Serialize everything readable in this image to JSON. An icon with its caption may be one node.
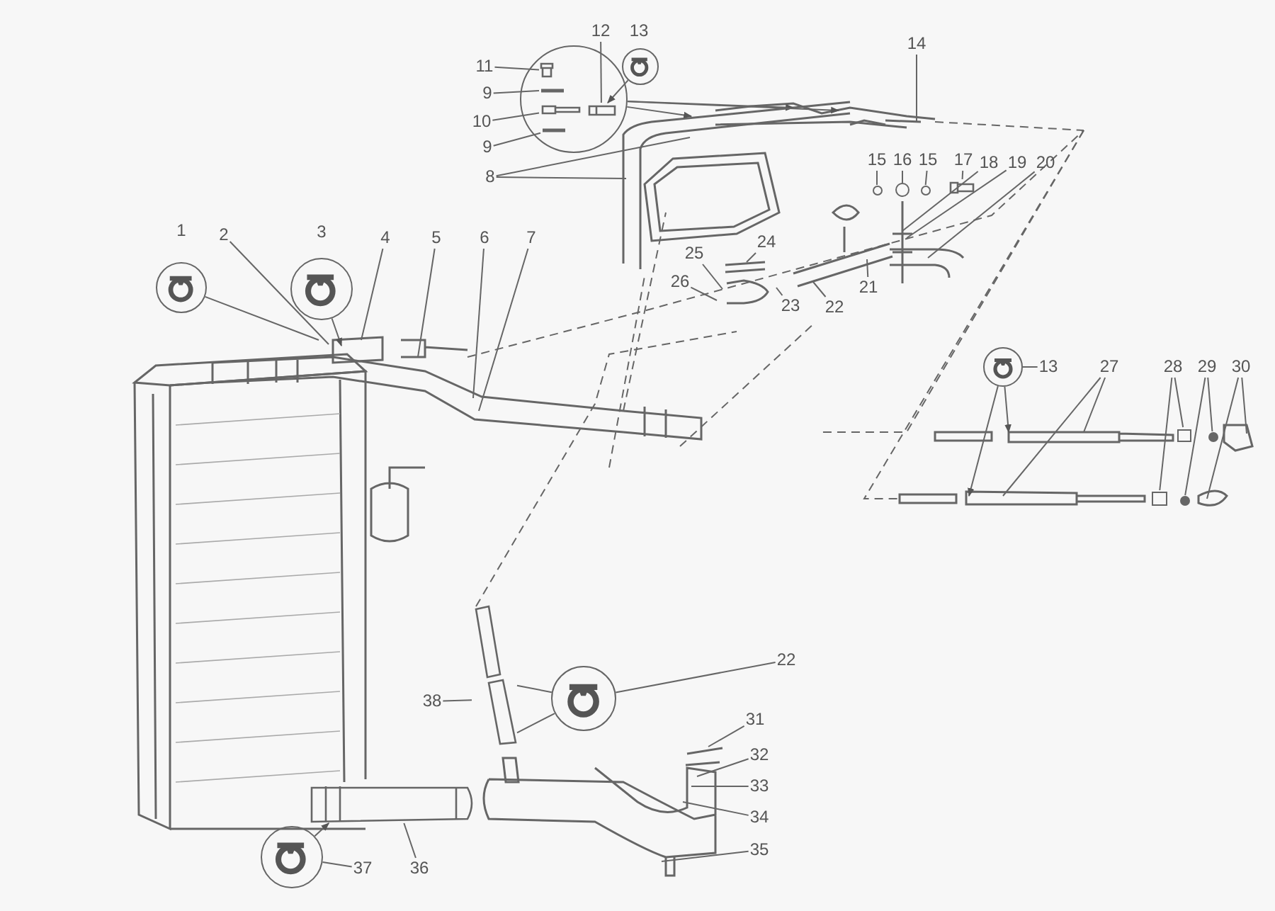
{
  "diagram": {
    "nodes": [
      {
        "text": [
          "1"
        ]
      },
      {
        "text": [],
        "shape": "circle"
      },
      {
        "text": [
          "2"
        ]
      },
      {
        "text": [
          "3"
        ]
      },
      {
        "text": [],
        "shape": "circle"
      },
      {
        "text": [
          "4"
        ]
      },
      {
        "text": [
          "5"
        ]
      },
      {
        "text": [
          "6"
        ]
      },
      {
        "text": [
          "7"
        ]
      },
      {
        "text": [
          "8"
        ]
      },
      {
        "text": [
          "9"
        ]
      },
      {
        "text": [
          "10"
        ]
      },
      {
        "text": [
          "9"
        ]
      },
      {
        "text": [
          "11"
        ]
      },
      {
        "text": [],
        "shape": "circle"
      },
      {
        "text": [
          "12"
        ]
      },
      {
        "text": [
          "13"
        ]
      },
      {
        "text": [],
        "shape": "circle"
      },
      {
        "text": [
          "14"
        ]
      },
      {
        "text": [
          "15"
        ]
      },
      {
        "text": [
          "16"
        ]
      },
      {
        "text": [
          "15"
        ]
      },
      {
        "text": [
          "17"
        ]
      },
      {
        "text": [
          "18"
        ]
      },
      {
        "text": [
          "19"
        ]
      },
      {
        "text": [
          "20"
        ]
      },
      {
        "text": [
          "25"
        ]
      },
      {
        "text": [
          "24"
        ]
      },
      {
        "text": [
          "26"
        ]
      },
      {
        "text": [
          "21"
        ]
      },
      {
        "text": [
          "23"
        ]
      },
      {
        "text": [
          "22"
        ]
      },
      {
        "text": [],
        "shape": "circle"
      },
      {
        "text": [
          "13"
        ]
      },
      {
        "text": [
          "27"
        ]
      },
      {
        "text": [
          "28"
        ]
      },
      {
        "text": [
          "29"
        ]
      },
      {
        "text": [
          "30"
        ]
      },
      {
        "text": [
          "22"
        ]
      },
      {
        "text": [],
        "shape": "circle"
      },
      {
        "text": [
          "38"
        ]
      },
      {
        "text": [
          "31"
        ]
      },
      {
        "text": [
          "32"
        ]
      },
      {
        "text": [
          "33"
        ]
      },
      {
        "text": [
          "34"
        ]
      },
      {
        "text": [
          "35"
        ]
      },
      {
        "text": [],
        "shape": "circle"
      },
      {
        "text": [
          "37"
        ]
      },
      {
        "text": [
          "36"
        ]
      },
      {
        "text": [],
        "shape": "picture",
        "in": 14
      },
      {
        "text": [],
        "shape": "picture",
        "in": 14
      },
      {
        "text": [],
        "shape": "picture",
        "in": 14
      },
      {
        "text": [],
        "shape": "picture",
        "in": 14
      },
      {
        "text": [],
        "shape": "picture",
        "in": 14
      },
      {
        "text": [],
        "shape": "circle"
      },
      {
        "text": [],
        "shape": "circle"
      },
      {
        "text": [],
        "shape": "picture"
      },
      {
        "text": [],
        "shape": "circle"
      },
      {
        "text": [],
        "shape": "circle"
      },
      {
        "text": [],
        "shape": "circle"
      },
      {
        "text": [],
        "shape": "picture"
      },
      {
        "text": [],
        "shape": "box"
      },
      {
        "text": [],
        "shape": "box"
      },
      {
        "text": [],
        "shape": "picture"
      }
    ],
    "edges": [
      {
        "from": 1,
        "to": null,
        "arrow": "none"
      },
      {
        "from": 2,
        "to": null,
        "arrow": "none"
      },
      {
        "from": 4,
        "to": null,
        "arrow": "to"
      },
      {
        "from": 5,
        "to": null,
        "arrow": "none"
      },
      {
        "from": 6,
        "to": null,
        "arrow": "none"
      },
      {
        "from": 7,
        "to": null,
        "arrow": "none"
      },
      {
        "from": 8,
        "to": null,
        "arrow": "none"
      },
      {
        "from": 9,
        "to": null,
        "arrow": "none"
      },
      {
        "from": 9,
        "to": null,
        "arrow": "none"
      },
      {
        "from": 10,
        "to": 50,
        "arrow": "none"
      },
      {
        "from": 11,
        "to": 51,
        "arrow": "none"
      },
      {
        "from": 12,
        "to": 52,
        "arrow": "none"
      },
      {
        "from": 13,
        "to": 49,
        "arrow": "none"
      },
      {
        "from": 15,
        "to": 53,
        "arrow": "none"
      },
      {
        "from": 17,
        "to": 53,
        "arrow": "to"
      },
      {
        "from": 14,
        "to": null,
        "arrow": "to"
      },
      {
        "from": 14,
        "to": null,
        "arrow": "to"
      },
      {
        "from": 14,
        "to": null,
        "arrow": "to"
      },
      {
        "from": 18,
        "to": null,
        "arrow": "none"
      },
      {
        "from": 19,
        "to": 57,
        "arrow": "none"
      },
      {
        "from": 20,
        "to": 58,
        "arrow": "none"
      },
      {
        "from": 21,
        "to": 59,
        "arrow": "none"
      },
      {
        "from": 22,
        "to": 60,
        "arrow": "none"
      },
      {
        "from": 23,
        "to": null,
        "arrow": "none"
      },
      {
        "from": 24,
        "to": null,
        "arrow": "none"
      },
      {
        "from": 25,
        "to": null,
        "arrow": "none"
      },
      {
        "from": 26,
        "to": null,
        "arrow": "none"
      },
      {
        "from": 27,
        "to": null,
        "arrow": "none"
      },
      {
        "from": 28,
        "to": null,
        "arrow": "none"
      },
      {
        "from": 29,
        "to": null,
        "arrow": "none"
      },
      {
        "from": 30,
        "to": null,
        "arrow": "none"
      },
      {
        "from": 31,
        "to": null,
        "arrow": "none"
      },
      {
        "from": 32,
        "to": null,
        "arrow": "to"
      },
      {
        "from": 32,
        "to": null,
        "arrow": "to"
      },
      {
        "from": 33,
        "to": 32,
        "arrow": "none"
      },
      {
        "from": 34,
        "to": null,
        "arrow": "none"
      },
      {
        "from": 34,
        "to": null,
        "arrow": "none"
      },
      {
        "from": 35,
        "to": 61,
        "arrow": "none"
      },
      {
        "from": 35,
        "to": 62,
        "arrow": "none"
      },
      {
        "from": 36,
        "to": 54,
        "arrow": "none"
      },
      {
        "from": 36,
        "to": 55,
        "arrow": "none"
      },
      {
        "from": 37,
        "to": null,
        "arrow": "none"
      },
      {
        "from": 37,
        "to": null,
        "arrow": "none"
      },
      {
        "from": 38,
        "to": 39,
        "arrow": "none"
      },
      {
        "from": 39,
        "to": 56,
        "arrow": "none"
      },
      {
        "from": 39,
        "to": 56,
        "arrow": "none"
      },
      {
        "from": 40,
        "to": 56,
        "arrow": "none"
      },
      {
        "from": 41,
        "to": null,
        "arrow": "none"
      },
      {
        "from": 42,
        "to": null,
        "arrow": "none"
      },
      {
        "from": 43,
        "to": null,
        "arrow": "none"
      },
      {
        "from": 44,
        "to": null,
        "arrow": "none"
      },
      {
        "from": 45,
        "to": null,
        "arrow": "none"
      },
      {
        "from": 47,
        "to": 46,
        "arrow": "none"
      },
      {
        "from": 46,
        "to": 63,
        "arrow": "to"
      },
      {
        "from": 48,
        "to": 63,
        "arrow": "none"
      }
    ]
  }
}
